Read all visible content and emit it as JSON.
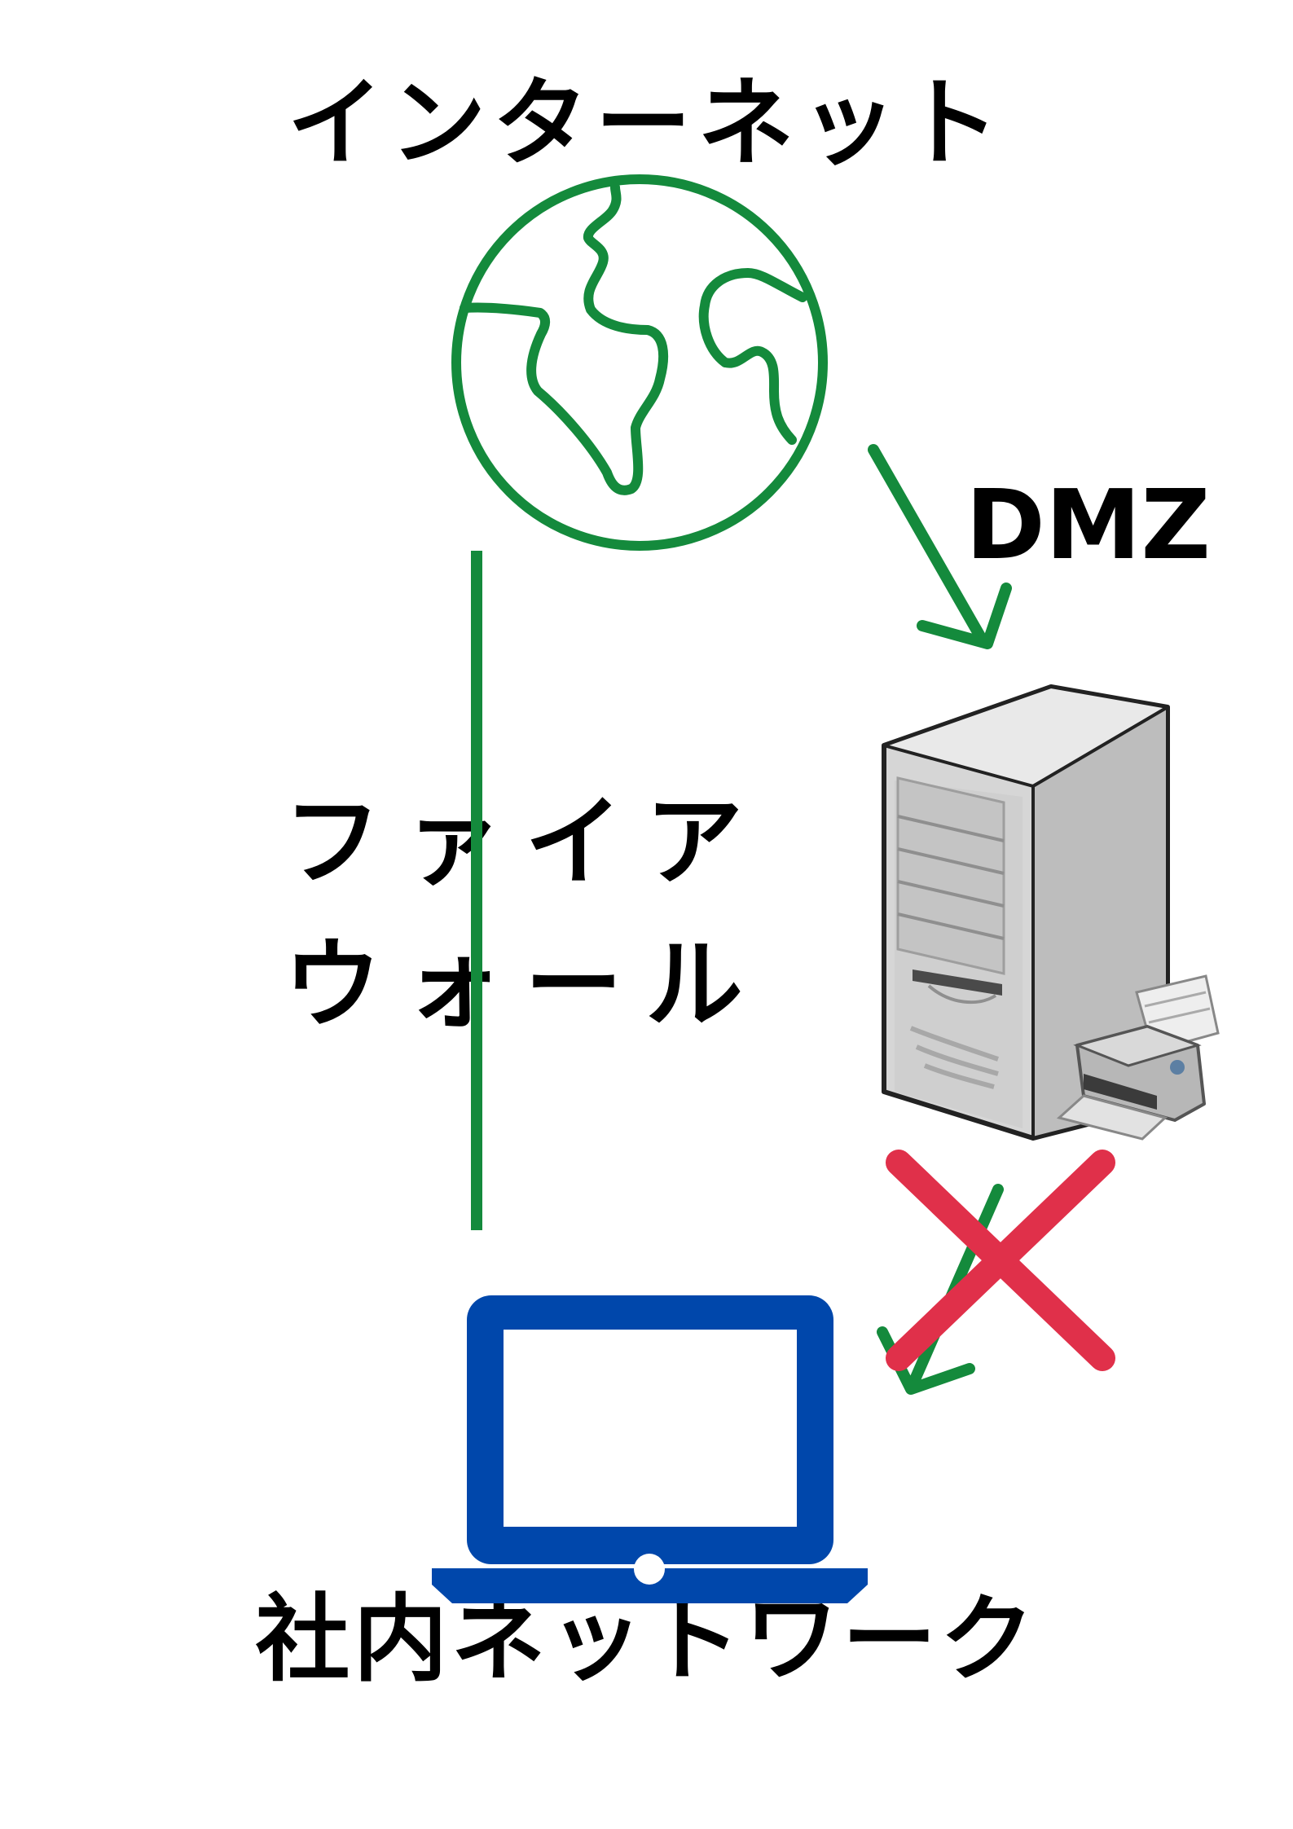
{
  "labels": {
    "internet": "インターネット",
    "dmz": "DMZ",
    "firewall_line1": "ファイア",
    "firewall_line2": "ウォール",
    "internal_network": "社内ネットワーク"
  },
  "icons": {
    "internet": "globe-icon",
    "dmz_server": "server-tower-icon",
    "internal_network": "laptop-icon",
    "blocked": "red-x-icon"
  },
  "colors": {
    "globe": "#148a3c",
    "arrows": "#148a3c",
    "firewall_line": "#148a3c",
    "laptop": "#0047ab",
    "cross": "#e0304a",
    "text": "#000000"
  }
}
